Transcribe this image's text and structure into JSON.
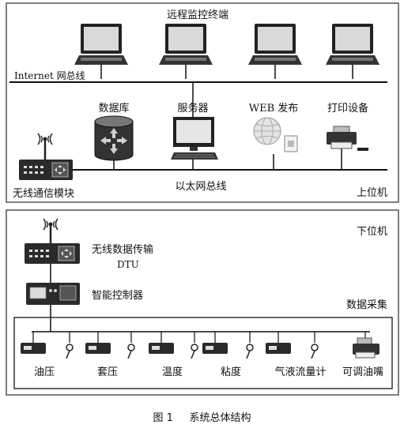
{
  "upper": {
    "remote_terminals_label": "远程监控终端",
    "internet_bus_label": "Internet 网总线",
    "database_label": "数据库",
    "server_label": "服务器",
    "web_publish_label": "WEB 发布",
    "printer_label": "打印设备",
    "wireless_module_label": "无线通信模块",
    "ethernet_bus_label": "以太网总线",
    "host_label": "上位机"
  },
  "lower": {
    "slave_label": "下位机",
    "dtu_label_line1": "无线数据传输",
    "dtu_label_line2": "DTU",
    "controller_label": "智能控制器",
    "acquisition_label": "数据采集",
    "sensors": [
      {
        "label": "油压"
      },
      {
        "label": "套压"
      },
      {
        "label": "温度"
      },
      {
        "label": "粘度"
      },
      {
        "label": "气液流量计"
      },
      {
        "label": "可调油嘴"
      }
    ]
  },
  "caption": {
    "figure_no": "图 1",
    "title": "系统总体结构"
  }
}
